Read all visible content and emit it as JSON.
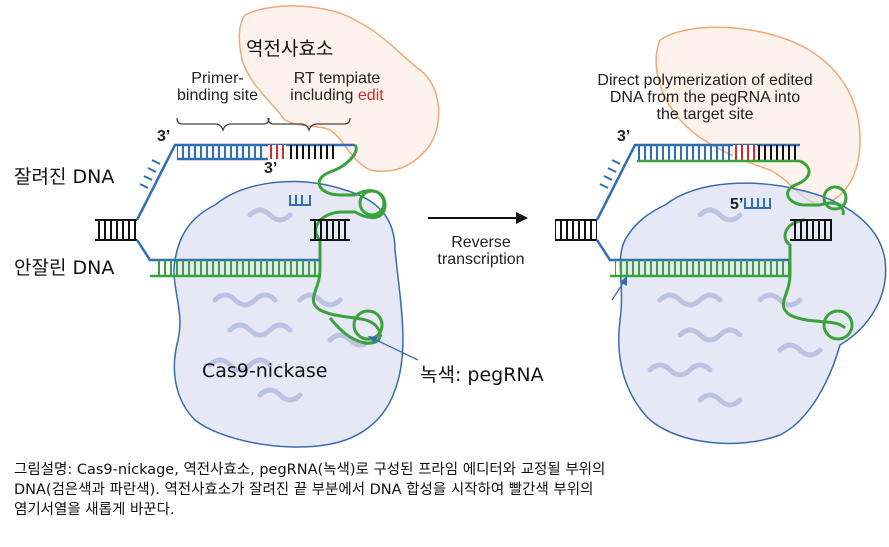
{
  "labels": {
    "reverse_transcriptase": "역전사효소",
    "primer_binding_site": [
      "Primer-",
      "binding site"
    ],
    "rt_template": [
      "RT tempiate",
      "including "
    ],
    "rt_template_edit": "edit",
    "three_prime_top": "3’",
    "three_prime_inner": "3’",
    "nicked_dna": "잘려진 DNA",
    "uncut_dna": "안잘린 DNA",
    "cas9": "Cas9-nickase",
    "pegrna": "녹색: pegRNA",
    "reverse_transcription": [
      "Reverse",
      "transcription"
    ],
    "direct_polymerization": [
      "Direct polymerization of edited",
      "DNA from the pegRNA into",
      "the target site"
    ],
    "three_prime_right": "3’",
    "five_prime_right": "5’"
  },
  "caption": [
    "그림설명: Cas9-nickage, 역전사효소, pegRNA(녹색)로 구성된 프라임 에디터와 교정될 부위의",
    "DNA(검은색과 파란색). 역전사효소가 잘려진 끝 부분에서 DNA 합성을  시작하여 빨간색 부위의",
    "염기서열을 새롭게 바꾼다."
  ],
  "colors": {
    "dna_black": "#111111",
    "dna_blue": "#2f6fb3",
    "pegrna_green": "#3aa23a",
    "edit_red": "#d42a2a",
    "protein_outline": "#3a6bb0",
    "protein_fill": "#c7cbe6",
    "rt_outline": "#f0a878"
  }
}
